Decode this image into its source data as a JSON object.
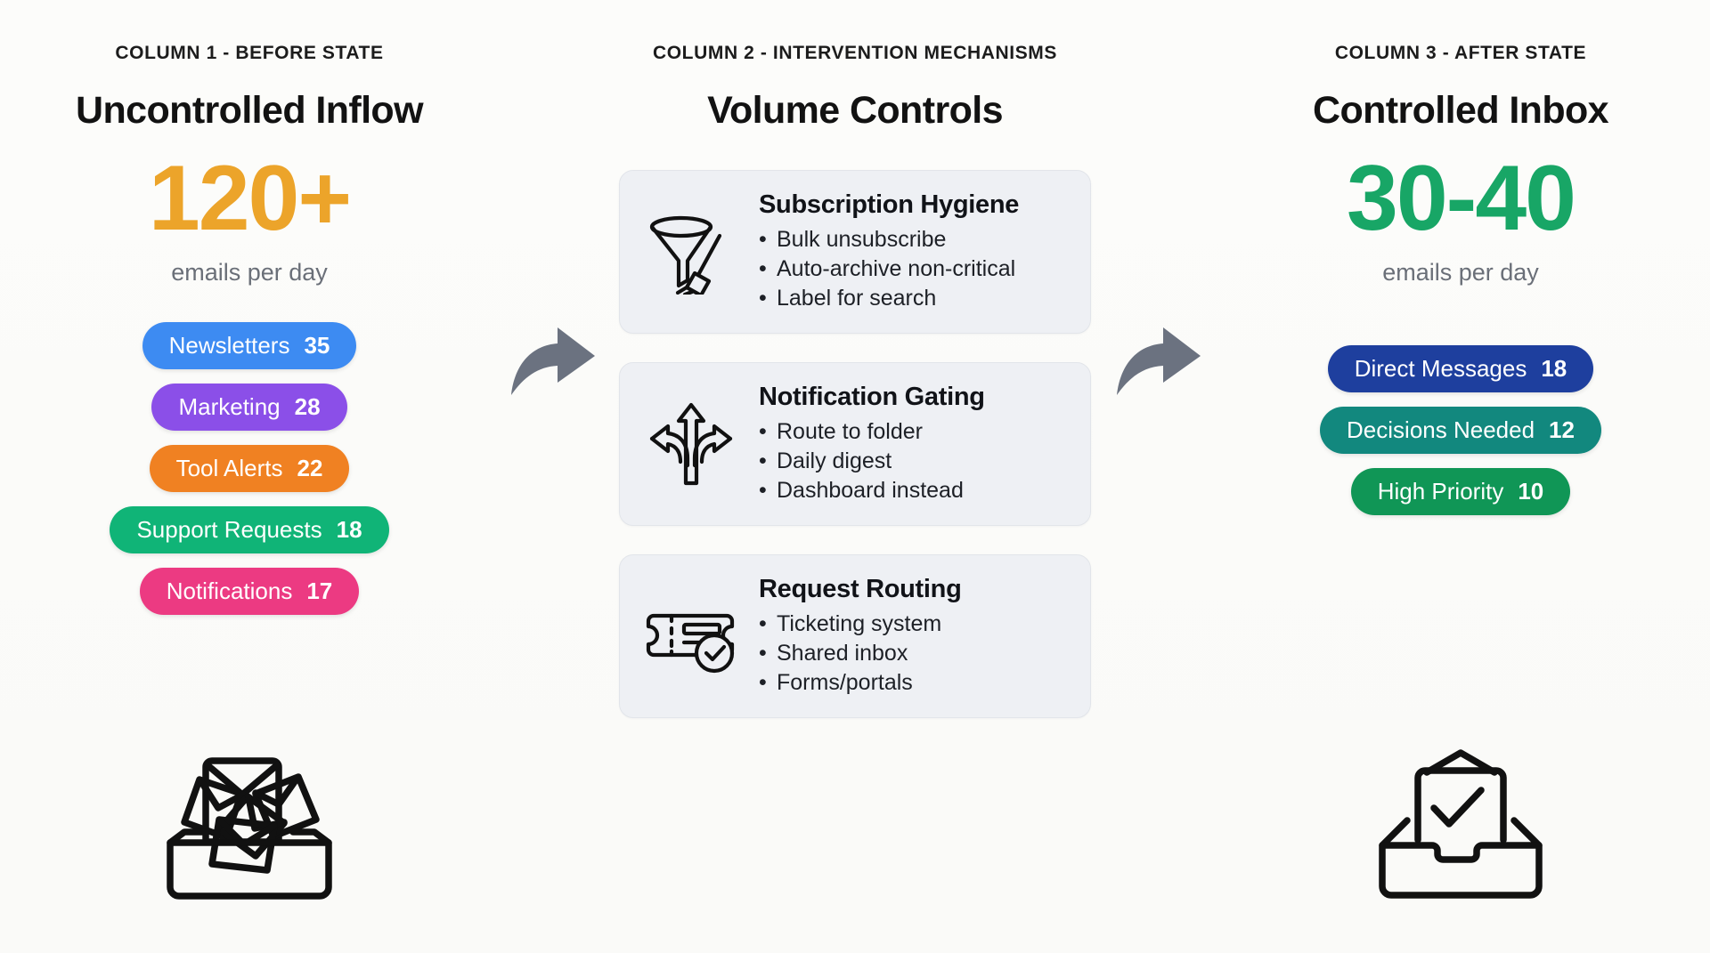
{
  "columns": [
    {
      "eyebrow": "COLUMN 1 - BEFORE STATE",
      "title": "Uncontrolled Inflow",
      "metric": "120+",
      "metric_color": "#eca42a",
      "caption": "emails per day",
      "illustration": "overflowing-inbox-icon",
      "pills": [
        {
          "label": "Newsletters",
          "value": "35",
          "color": "#3d8bf2"
        },
        {
          "label": "Marketing",
          "value": "28",
          "color": "#8b4fe8"
        },
        {
          "label": "Tool Alerts",
          "value": "22",
          "color": "#f08122"
        },
        {
          "label": "Support Requests",
          "value": "18",
          "color": "#10b477"
        },
        {
          "label": "Notifications",
          "value": "17",
          "color": "#ec3a82"
        }
      ]
    },
    {
      "eyebrow": "COLUMN 2 - INTERVENTION MECHANISMS",
      "title": "Volume Controls",
      "cards": [
        {
          "icon": "funnel-broom-icon",
          "title": "Subscription Hygiene",
          "items": [
            "Bulk unsubscribe",
            "Auto-archive non-critical",
            "Label for search"
          ]
        },
        {
          "icon": "three-way-arrow-icon",
          "title": "Notification Gating",
          "items": [
            "Route to folder",
            "Daily digest",
            "Dashboard instead"
          ]
        },
        {
          "icon": "ticket-check-icon",
          "title": "Request Routing",
          "items": [
            "Ticketing system",
            "Shared inbox",
            "Forms/portals"
          ]
        }
      ]
    },
    {
      "eyebrow": "COLUMN 3 - AFTER STATE",
      "title": "Controlled Inbox",
      "metric": "30-40",
      "metric_color": "#18a666",
      "caption": "emails per day",
      "illustration": "inbox-check-icon",
      "pills": [
        {
          "label": "Direct Messages",
          "value": "18",
          "color": "#1e3f9e"
        },
        {
          "label": "Decisions Needed",
          "value": "12",
          "color": "#12887e"
        },
        {
          "label": "High Priority",
          "value": "10",
          "color": "#109656"
        }
      ]
    }
  ],
  "arrows": [
    {
      "name": "flow-arrow-1"
    },
    {
      "name": "flow-arrow-2"
    }
  ],
  "theme": {
    "background": "#fbfbf9",
    "card_background": "#eef0f4",
    "arrow_color": "#6b7280",
    "line_icon_color": "#111111"
  }
}
